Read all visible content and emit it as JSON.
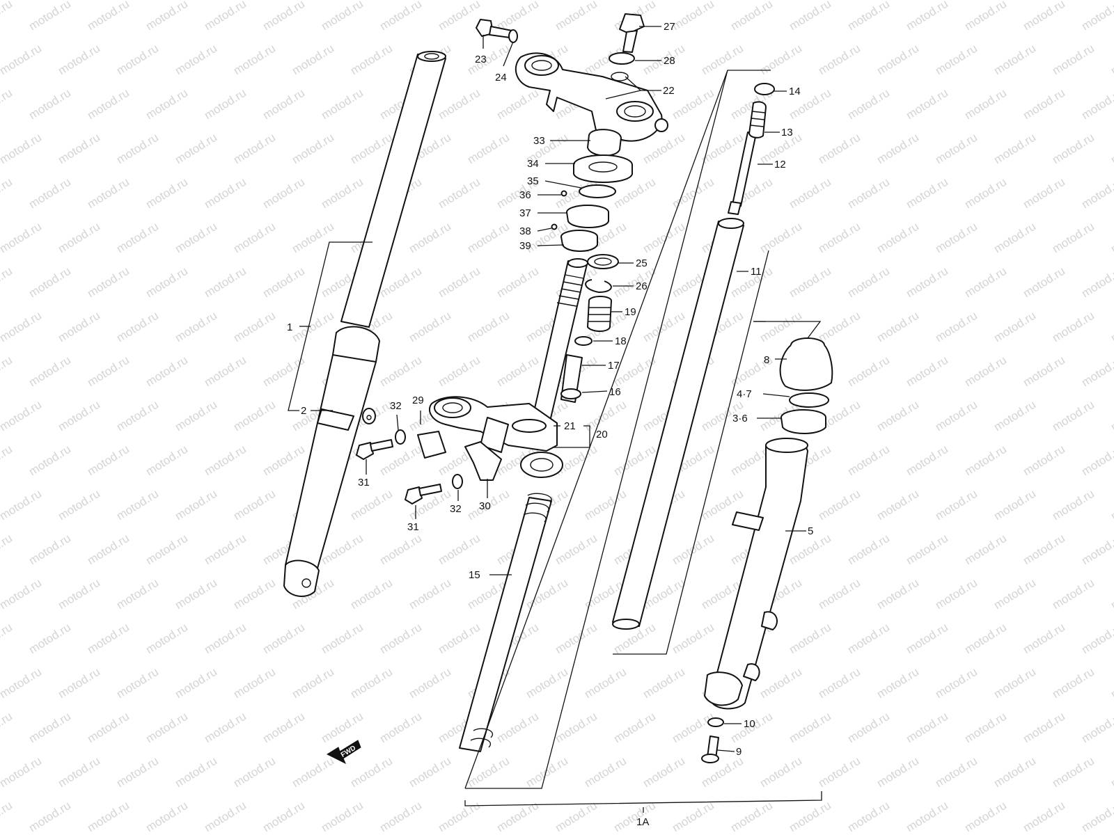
{
  "watermark": "motod.ru",
  "fwd_label": "FWD",
  "callouts": [
    {
      "id": "c1",
      "text": "1"
    },
    {
      "id": "c1a",
      "text": "1A"
    },
    {
      "id": "c2",
      "text": "2"
    },
    {
      "id": "c3_6",
      "text": "3·6"
    },
    {
      "id": "c4_7",
      "text": "4·7"
    },
    {
      "id": "c5",
      "text": "5"
    },
    {
      "id": "c8",
      "text": "8"
    },
    {
      "id": "c9",
      "text": "9"
    },
    {
      "id": "c10",
      "text": "10"
    },
    {
      "id": "c11",
      "text": "11"
    },
    {
      "id": "c12",
      "text": "12"
    },
    {
      "id": "c13",
      "text": "13"
    },
    {
      "id": "c14",
      "text": "14"
    },
    {
      "id": "c15",
      "text": "15"
    },
    {
      "id": "c16",
      "text": "16"
    },
    {
      "id": "c17",
      "text": "17"
    },
    {
      "id": "c18",
      "text": "18"
    },
    {
      "id": "c19",
      "text": "19"
    },
    {
      "id": "c20",
      "text": "20"
    },
    {
      "id": "c21",
      "text": "21"
    },
    {
      "id": "c22",
      "text": "22"
    },
    {
      "id": "c23",
      "text": "23"
    },
    {
      "id": "c24",
      "text": "24"
    },
    {
      "id": "c25",
      "text": "25"
    },
    {
      "id": "c26",
      "text": "26"
    },
    {
      "id": "c27",
      "text": "27"
    },
    {
      "id": "c28",
      "text": "28"
    },
    {
      "id": "c29",
      "text": "29"
    },
    {
      "id": "c30",
      "text": "30"
    },
    {
      "id": "c31a",
      "text": "31"
    },
    {
      "id": "c31b",
      "text": "31"
    },
    {
      "id": "c32a",
      "text": "32"
    },
    {
      "id": "c32b",
      "text": "32"
    },
    {
      "id": "c33",
      "text": "33"
    },
    {
      "id": "c34",
      "text": "34"
    },
    {
      "id": "c35",
      "text": "35"
    },
    {
      "id": "c36",
      "text": "36"
    },
    {
      "id": "c37",
      "text": "37"
    },
    {
      "id": "c38",
      "text": "38"
    },
    {
      "id": "c39",
      "text": "39"
    }
  ],
  "colors": {
    "line": "#111111",
    "watermark": "#d4d4d4",
    "background": "#ffffff"
  }
}
